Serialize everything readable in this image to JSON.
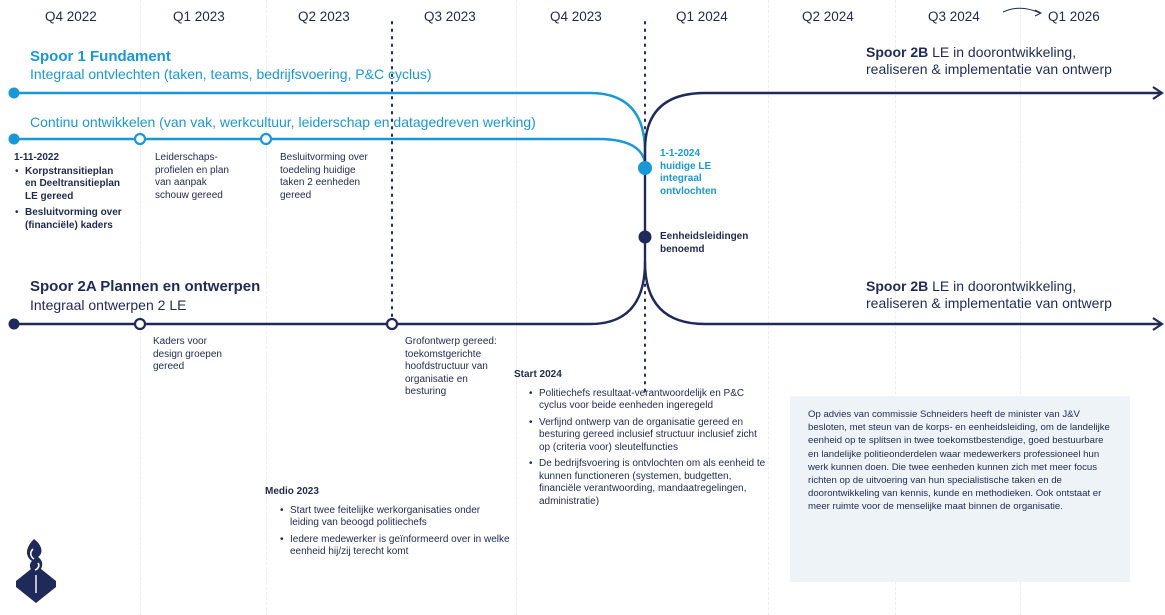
{
  "quarters": [
    "Q4 2022",
    "Q1 2023",
    "Q2 2023",
    "Q3 2023",
    "Q4 2023",
    "Q1 2024",
    "Q2 2024",
    "Q3 2024",
    "Q1 2026"
  ],
  "colors": {
    "light": "#1a98d5",
    "dark": "#1f2a5a",
    "noteBg": "#eef3f8"
  },
  "spoor1": {
    "title": "Spoor 1 Fundament",
    "subtitle": "Integraal ontvlechten (taken, teams, bedrijfsvoering, P&C cyclus)"
  },
  "continu": "Continu ontwikkelen (van vak, werkcultuur, leiderschap en datagedreven werking)",
  "spoor2a": {
    "title": "Spoor 2A Plannen en ontwerpen",
    "subtitle": "Integraal ontwerpen 2 LE"
  },
  "spoor2b_top": {
    "title": "Spoor 2B",
    "rest1": " LE in doorontwikkeling,",
    "line2": "realiseren & implementatie van ontwerp"
  },
  "spoor2b_bottom": {
    "title": "Spoor 2B",
    "rest1": " LE in doorontwikkeling,",
    "line2": "realiseren & implementatie van ontwerp"
  },
  "m1": {
    "date": "1-11-2022",
    "items": [
      "Korpstransitieplan en Deeltransitieplan LE gereed",
      "Besluitvorming over (financiële) kaders"
    ]
  },
  "m2": "Leiderschaps-profielen en plan van aanpak schouw gereed",
  "m3": "Besluitvorming over toedeling huidige taken 2 eenheden gereed",
  "m4": "1-1-2024 huidige LE integraal ontvlochten",
  "m5": "Eenheidsleidingen benoemd",
  "m6": "Kaders voor design groepen gereed",
  "m7": "Grofontwerp gereed: toekomstgerichte hoofdstructuur van organisatie en besturing",
  "start2024": {
    "title": "Start 2024",
    "items": [
      "Politiechefs resultaat-verantwoordelijk en P&C cyclus voor beide eenheden ingeregeld",
      "Verfijnd ontwerp van de organisatie gereed en besturing gereed inclusief structuur inclusief zicht op (criteria voor) sleutelfuncties",
      "De bedrijfsvoering is ontvlochten om als eenheid te kunnen functioneren (systemen, budgetten, financiële verantwoording, mandaatregelingen, administratie)"
    ]
  },
  "medio2023": {
    "title": "Medio 2023",
    "items": [
      "Start twee feitelijke werkorganisaties onder leiding van beoogd politiechefs",
      "Iedere medewerker is geïnformeerd over in welke eenheid hij/zij terecht komt"
    ]
  },
  "note": "Op advies van commissie Schneiders heeft de minister van J&V besloten, met steun van de korps- en eenheidsleiding, om de landelijke eenheid op te splitsen in twee toekomstbestendige, goed bestuurbare en landelijke politieonderdelen waar medewerkers professioneel hun werk kunnen doen. Die twee eenheden kunnen zich met meer focus richten op de uitvoering van hun specialistische taken en de doorontwikkeling van kennis, kunde en methodieken. Ook ontstaat er meer ruimte voor de menselijke maat binnen de organisatie."
}
